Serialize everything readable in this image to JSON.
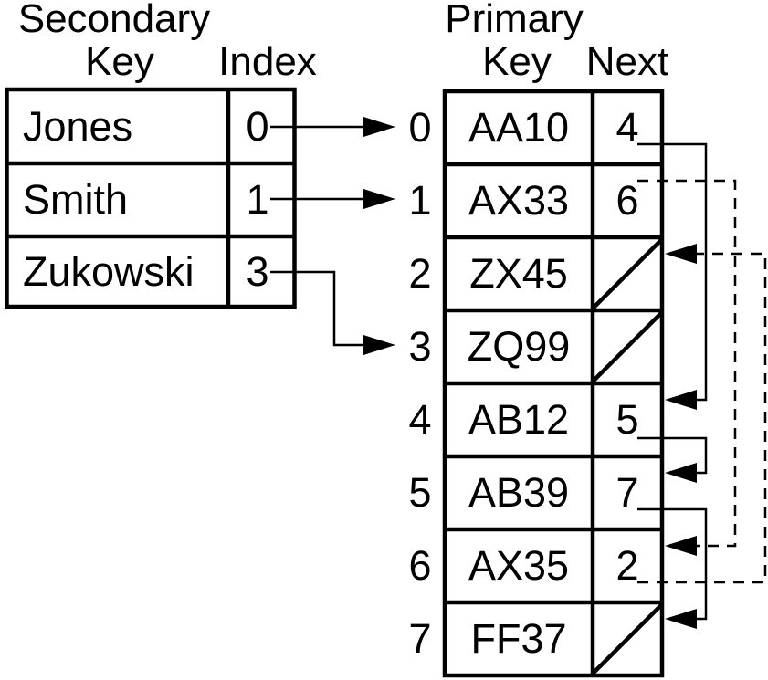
{
  "figure": {
    "description": "Secondary key index into a primary key table with Next pointer chains",
    "background_color": "#ffffff",
    "ink_color": "#000000"
  },
  "secondary_index_table": {
    "title": "Secondary",
    "key_header": "Key",
    "index_header": "Index",
    "rows": [
      {
        "key": "Jones",
        "index": "0"
      },
      {
        "key": "Smith",
        "index": "1"
      },
      {
        "key": "Zukowski",
        "index": "3"
      }
    ]
  },
  "primary_table": {
    "title": "Primary",
    "key_header": "Key",
    "next_header": "Next",
    "rows": [
      {
        "slot": "0",
        "key": "AA10",
        "next": "4"
      },
      {
        "slot": "1",
        "key": "AX33",
        "next": "6"
      },
      {
        "slot": "2",
        "key": "ZX45",
        "next": ""
      },
      {
        "slot": "3",
        "key": "ZQ99",
        "next": ""
      },
      {
        "slot": "4",
        "key": "AB12",
        "next": "5"
      },
      {
        "slot": "5",
        "key": "AB39",
        "next": "7"
      },
      {
        "slot": "6",
        "key": "AX35",
        "next": "2"
      },
      {
        "slot": "7",
        "key": "FF37",
        "next": ""
      }
    ],
    "null_pointer_slots": [
      "2",
      "3",
      "7"
    ]
  },
  "links": {
    "index_to_slot": [
      {
        "from_index": "0",
        "to_slot": "0",
        "style": "solid"
      },
      {
        "from_index": "1",
        "to_slot": "1",
        "style": "solid"
      },
      {
        "from_index": "3",
        "to_slot": "3",
        "style": "solid"
      }
    ],
    "next_chain": [
      {
        "from_slot": "0",
        "next_value": "4",
        "to_slot": "4",
        "style": "solid"
      },
      {
        "from_slot": "1",
        "next_value": "6",
        "to_slot": "6",
        "style": "dashed"
      },
      {
        "from_slot": "4",
        "next_value": "5",
        "to_slot": "5",
        "style": "solid"
      },
      {
        "from_slot": "5",
        "next_value": "7",
        "to_slot": "7",
        "style": "solid"
      },
      {
        "from_slot": "6",
        "next_value": "2",
        "to_slot": "2",
        "style": "dashed"
      }
    ]
  }
}
